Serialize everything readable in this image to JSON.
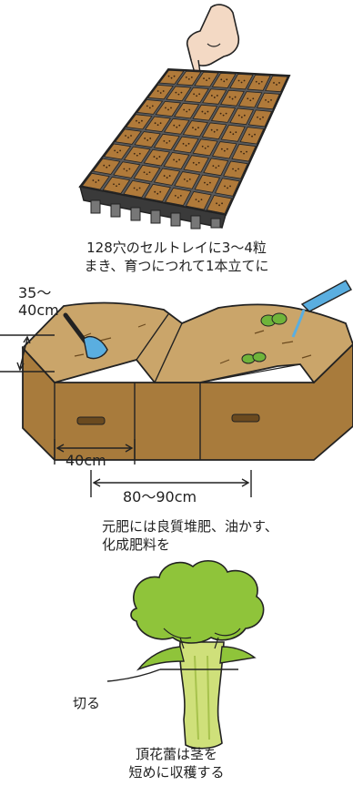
{
  "seedling_tray": {
    "caption_line1": "128穴のセルトレイに3～4粒",
    "caption_line2": "まき、育つにつれて1本立てに"
  },
  "bed_diagram": {
    "ridge_height_line1": "35～",
    "ridge_height_line2": "40cm",
    "ridge_width": "40cm",
    "bed_spacing": "80～90cm",
    "fertilizer_line1": "元肥には良質堆肥、油かす、",
    "fertilizer_line2": "化成肥料を"
  },
  "harvest": {
    "cut_label": "切る",
    "caption_line1": "頂花蕾は茎を",
    "caption_line2": "短めに収穫する"
  },
  "colors": {
    "soil_top": "#caa56a",
    "soil_side": "#a87b3c",
    "tray": "#4a4a4a",
    "broccoli_head": "#8fc43a",
    "broccoli_stem": "#cfe07a",
    "water": "#5aaee0"
  }
}
